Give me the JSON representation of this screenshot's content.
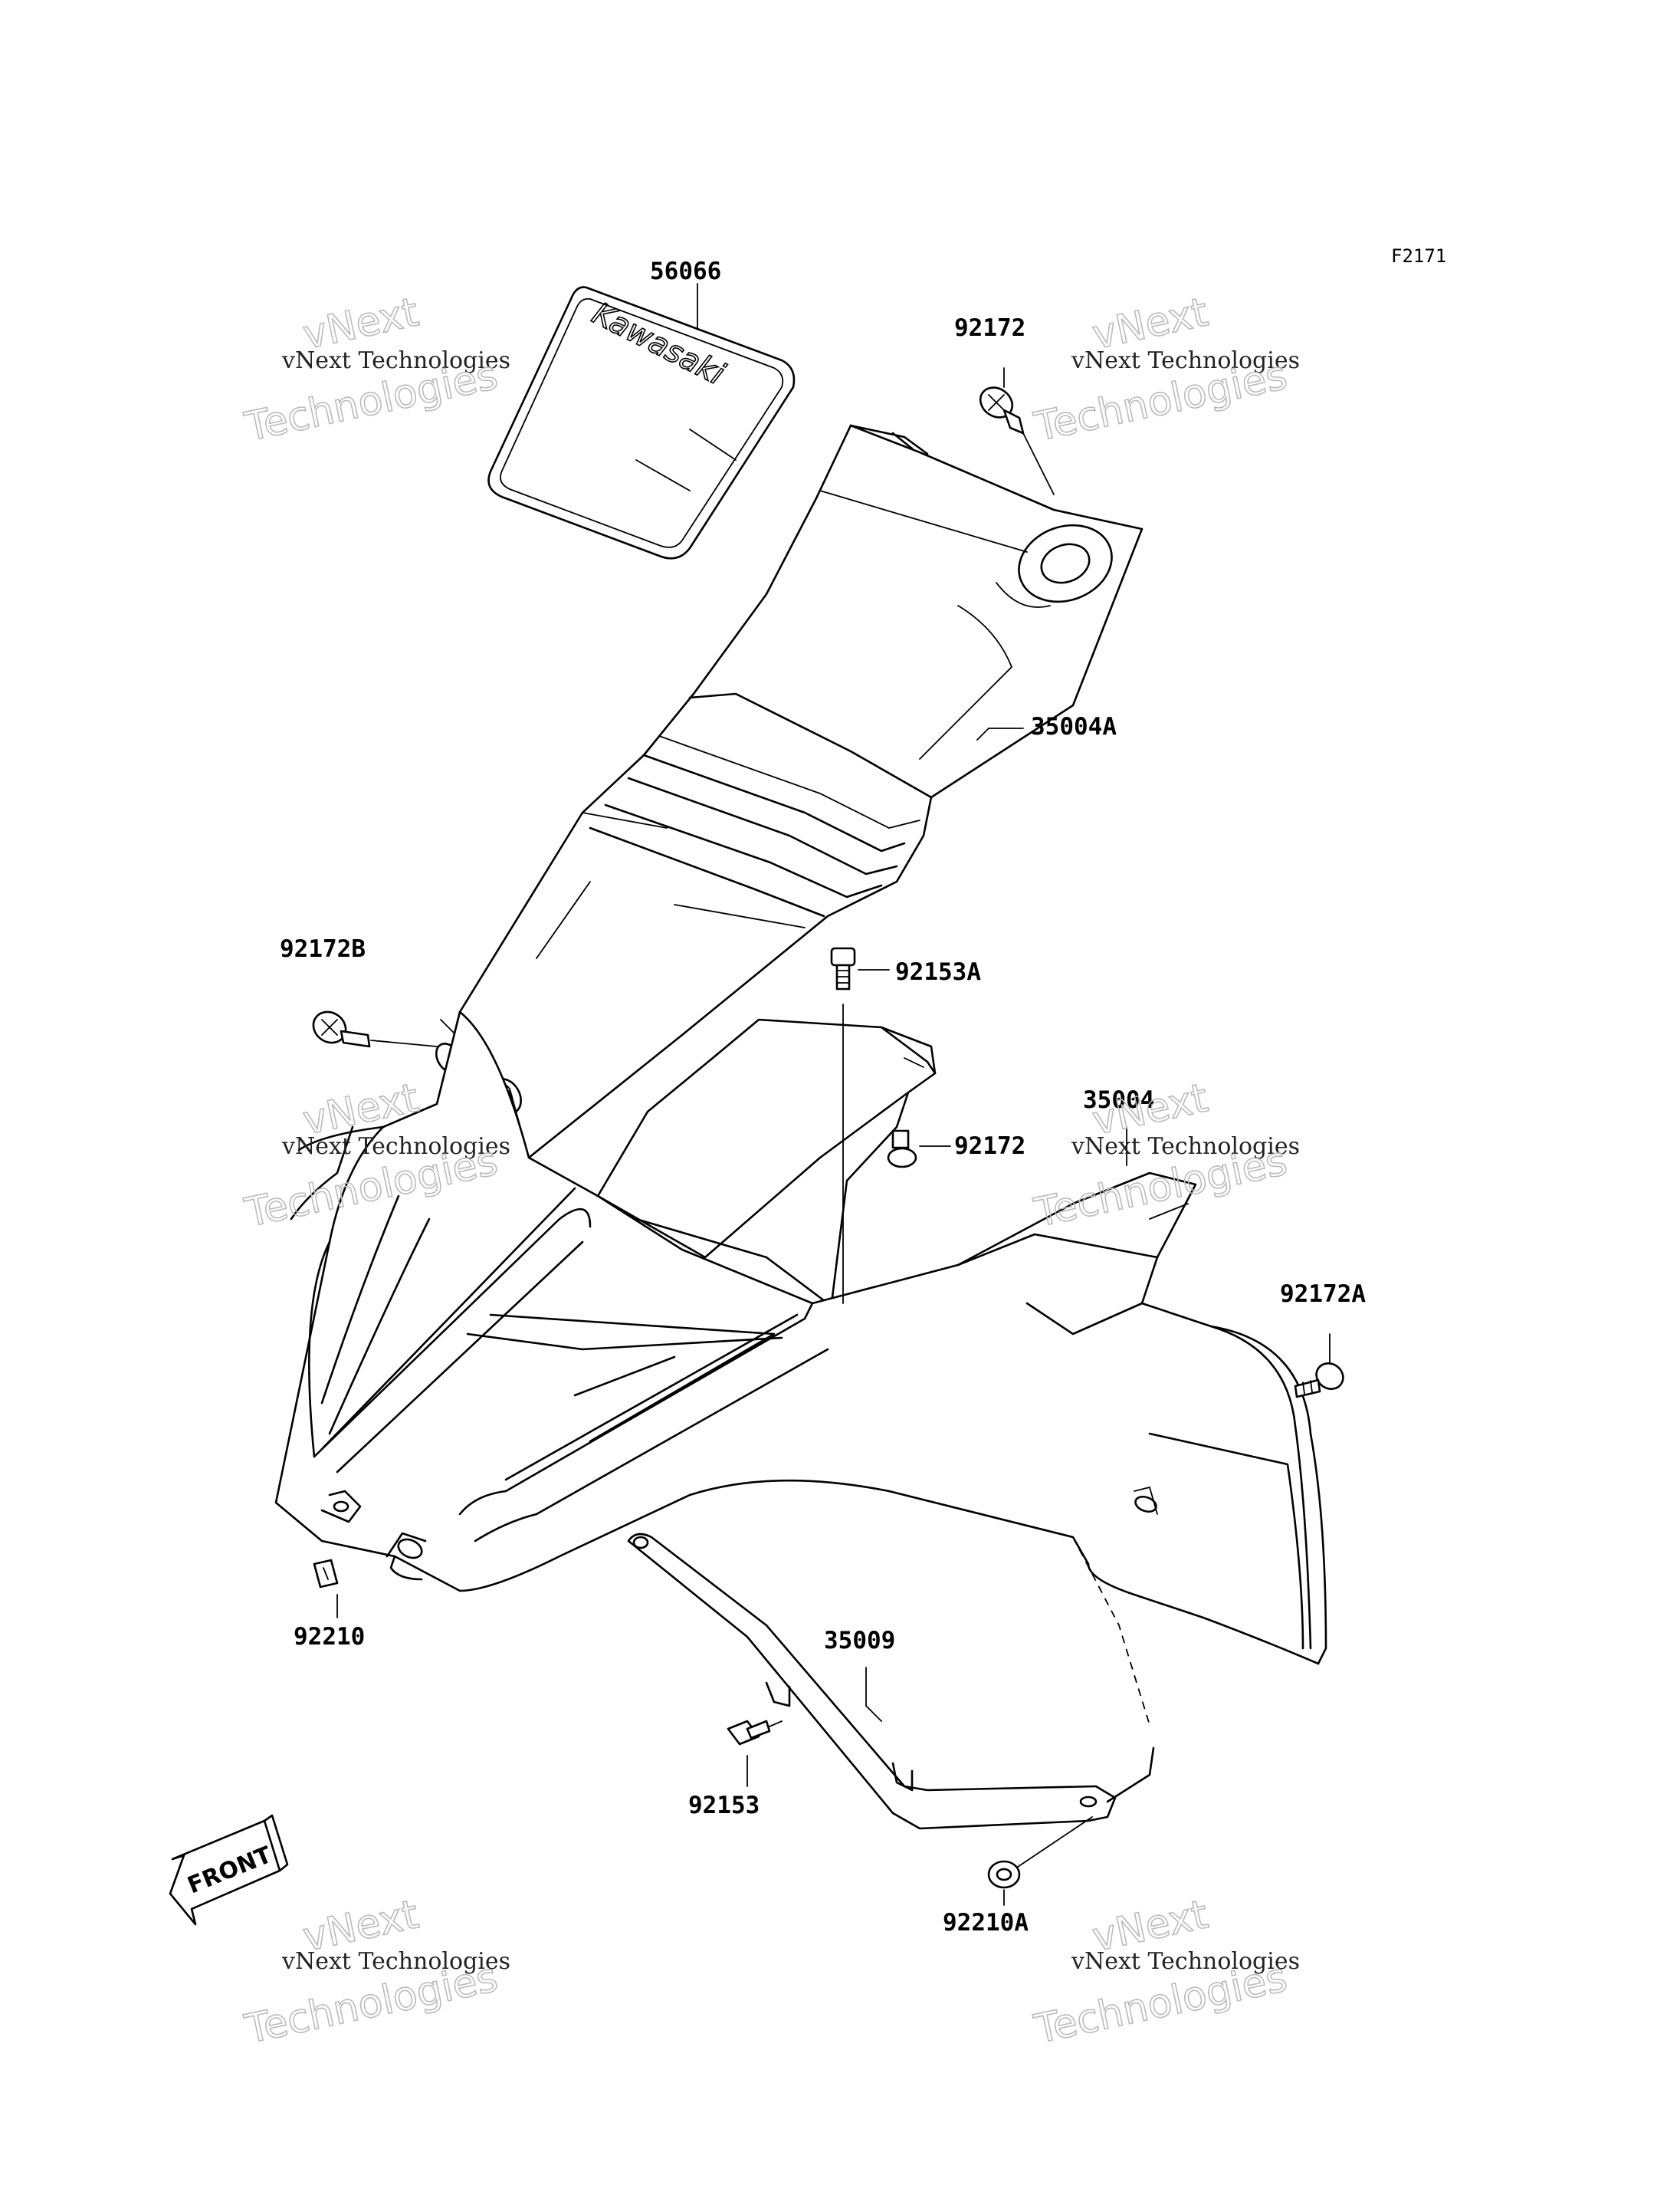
{
  "figure_id": "F2171",
  "parts": [
    {
      "id": "p-56066",
      "label": "56066"
    },
    {
      "id": "p-92172-top",
      "label": "92172"
    },
    {
      "id": "p-35004A",
      "label": "35004A"
    },
    {
      "id": "p-92172B",
      "label": "92172B"
    },
    {
      "id": "p-92153A",
      "label": "92153A"
    },
    {
      "id": "p-35004",
      "label": "35004"
    },
    {
      "id": "p-92172-mid",
      "label": "92172"
    },
    {
      "id": "p-92172A",
      "label": "92172A"
    },
    {
      "id": "p-92210",
      "label": "92210"
    },
    {
      "id": "p-35009",
      "label": "35009"
    },
    {
      "id": "p-92153",
      "label": "92153"
    },
    {
      "id": "p-92210A",
      "label": "92210A"
    }
  ],
  "decal_text": "Kawasaki",
  "direction_marker": "FRONT",
  "watermark": {
    "line1": "vNext",
    "line2": "vNext Technologies",
    "line3": "Technologies"
  }
}
